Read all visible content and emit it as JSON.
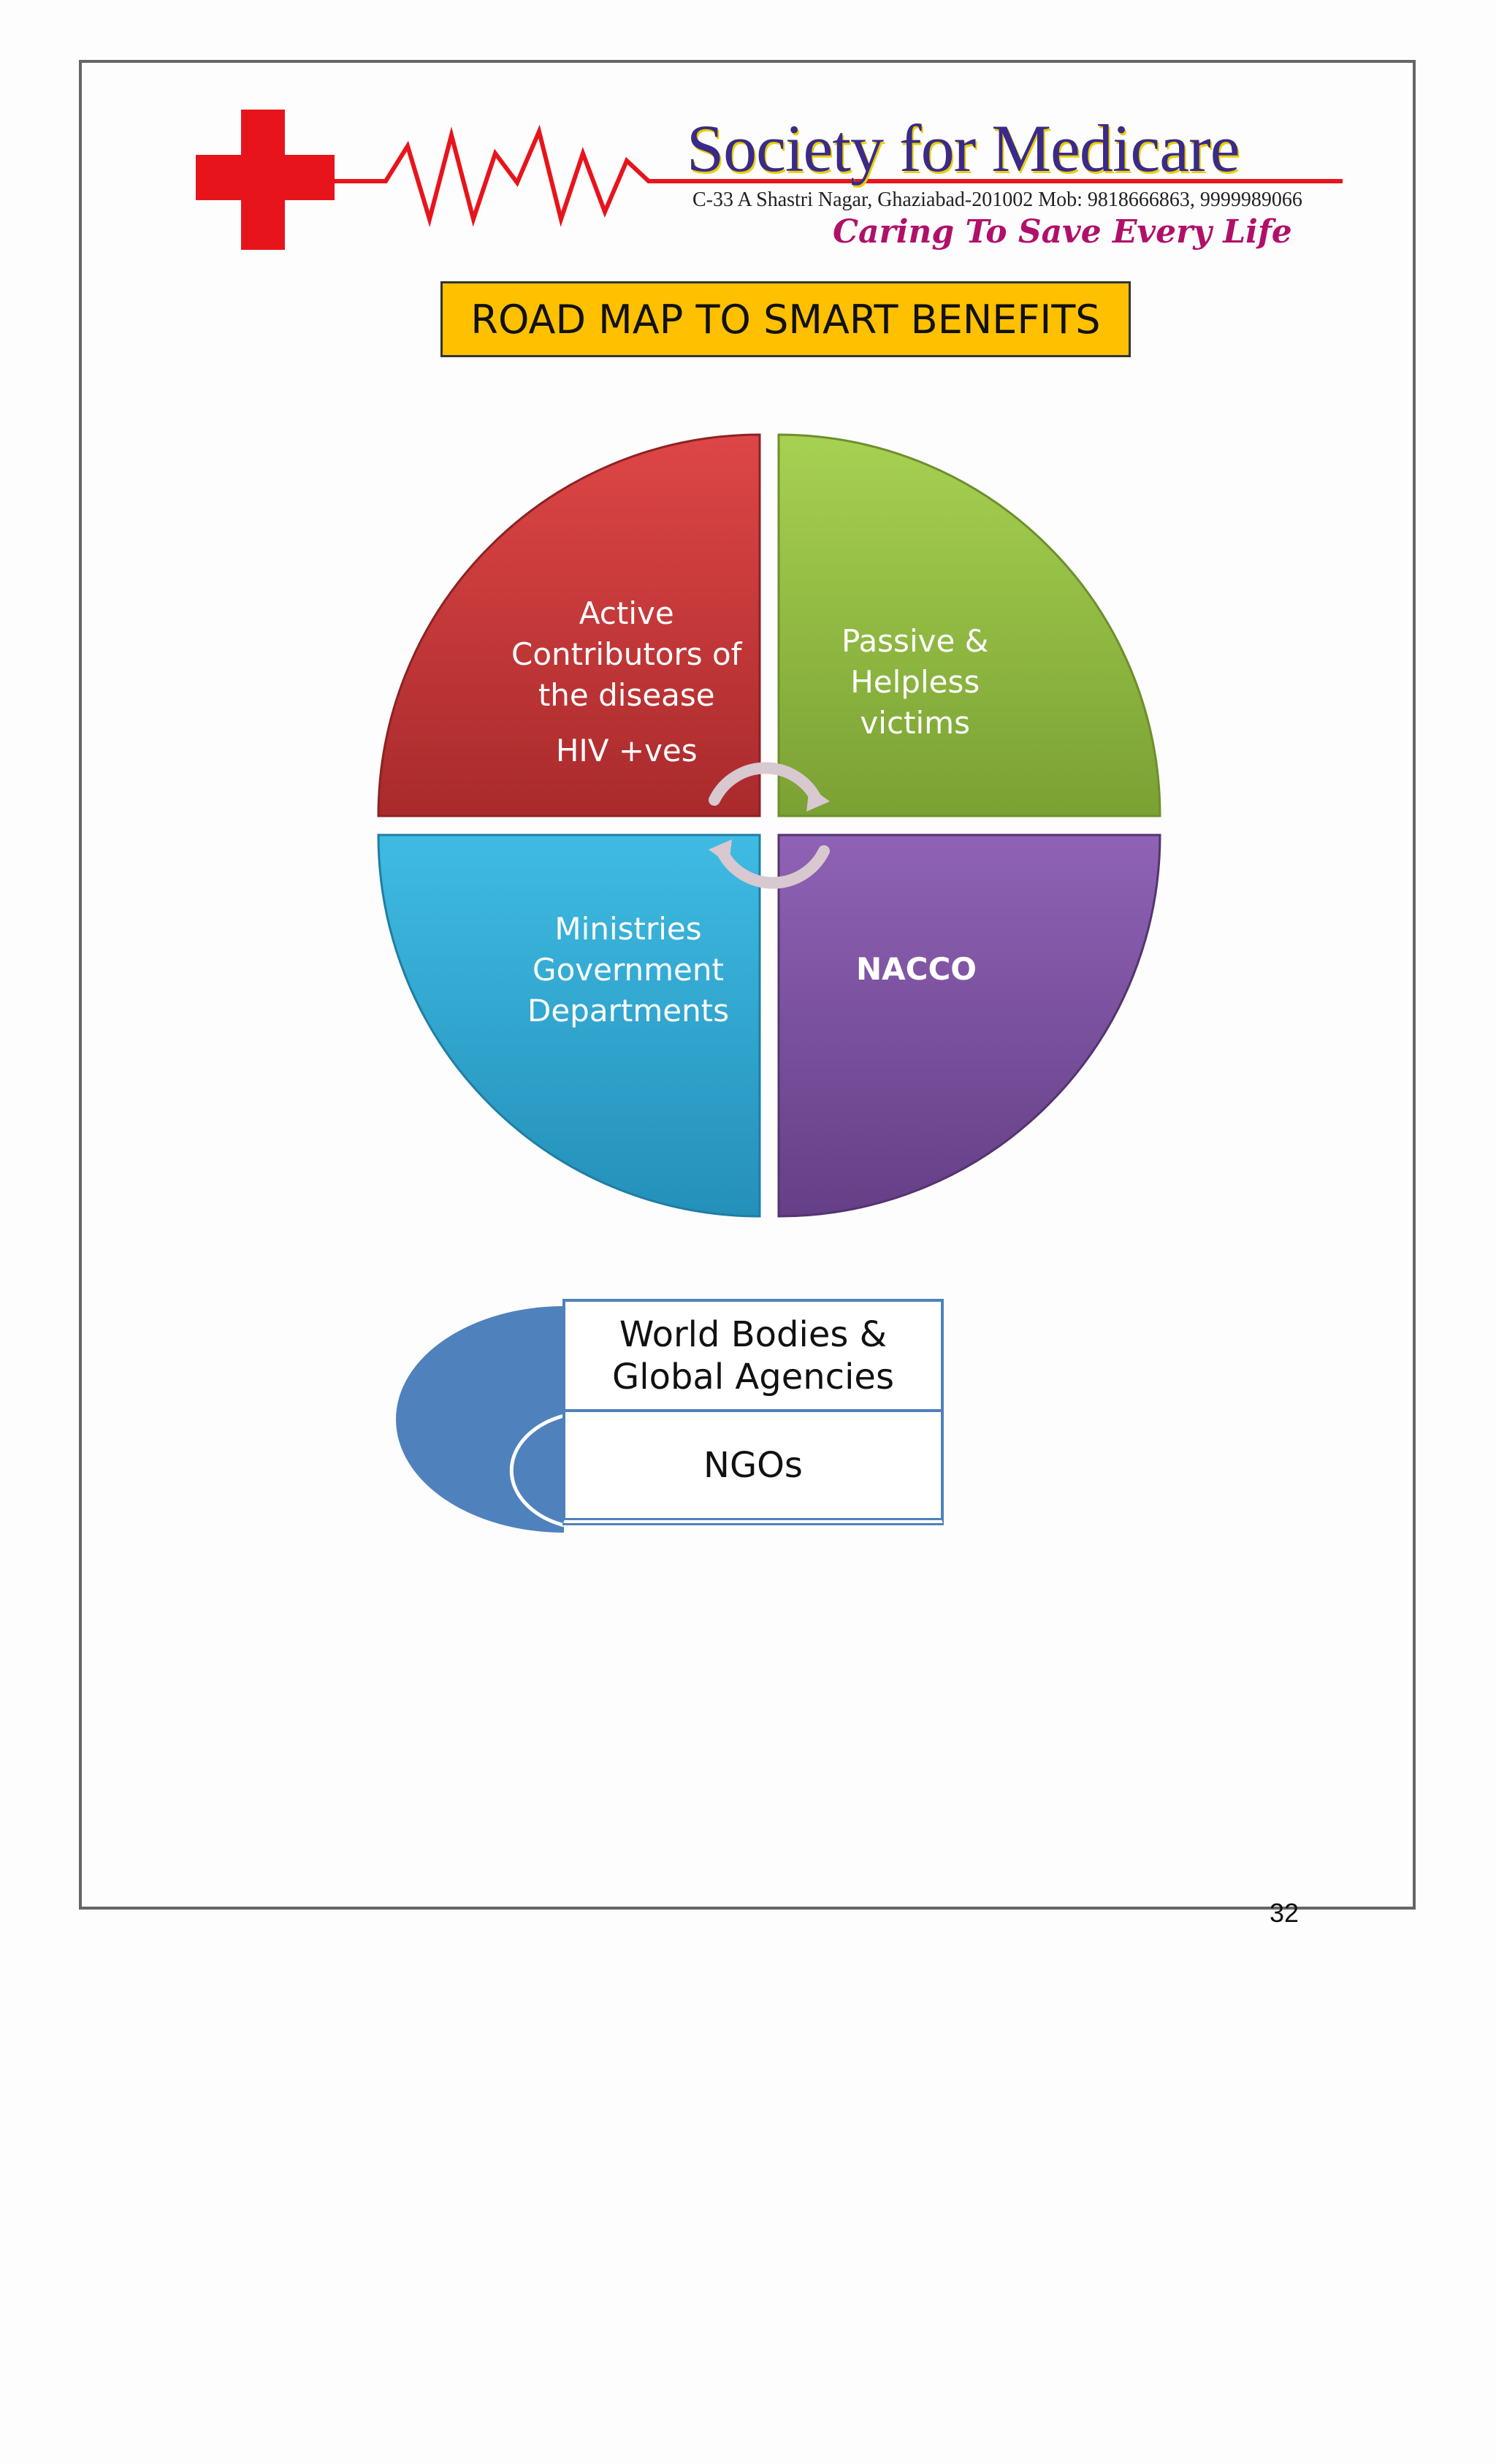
{
  "header": {
    "org_name": "Society for Medicare",
    "address": "C-33 A Shastri Nagar, Ghaziabad-201002 Mob: 9818666863, 9999989066",
    "tagline": "Caring To Save Every Life",
    "logo_icon": "red-cross-ecg-icon",
    "colors": {
      "cross": "#e8141c",
      "name": "#3a2a8a",
      "tagline": "#b0106a"
    }
  },
  "title": "ROAD MAP TO SMART BENEFITS",
  "wheel": {
    "quadrants": [
      {
        "lines": [
          "Active",
          "Contributors of",
          "the disease"
        ],
        "extra": "HIV +ves",
        "color": "#c0393b"
      },
      {
        "lines": [
          "Passive &",
          "Helpless",
          "victims"
        ],
        "color": "#8db83c"
      },
      {
        "lines": [
          "Ministries",
          "Government",
          "Departments"
        ],
        "color": "#2ea8d3"
      },
      {
        "lines": [
          "NACCO"
        ],
        "color": "#7a4e9e"
      }
    ],
    "cycle_icon": "circular-arrows-icon"
  },
  "stack": {
    "items": [
      "World Bodies &\nGlobal Agencies",
      "NGOs"
    ],
    "color": "#4f81bd"
  },
  "page_number": "32"
}
